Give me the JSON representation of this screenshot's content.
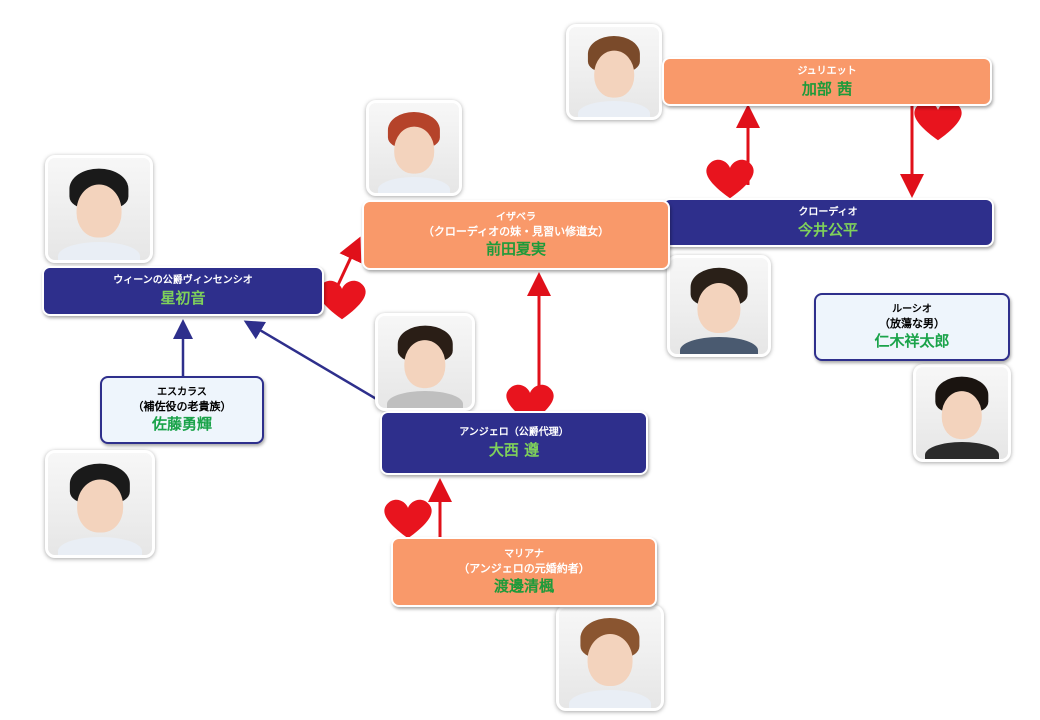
{
  "diagram": {
    "characters": [
      {
        "id": "juliet",
        "role": "ジュリエット",
        "note": "",
        "actor": "加部 茜",
        "style": "orange"
      },
      {
        "id": "claudio",
        "role": "クローディオ",
        "note": "",
        "actor": "今井公平",
        "style": "navy"
      },
      {
        "id": "isabella",
        "role": "イザベラ",
        "note": "（クローディオの妹・見習い修道女）",
        "actor": "前田夏実",
        "style": "orange"
      },
      {
        "id": "vincentio",
        "role": "ウィーンの公爵ヴィンセンシオ",
        "note": "",
        "actor": "星初音",
        "style": "navy"
      },
      {
        "id": "lucio",
        "role": "ルーシオ",
        "note": "（放蕩な男）",
        "actor": "仁木祥太郎",
        "style": "light"
      },
      {
        "id": "escalus",
        "role": "エスカラス",
        "note": "（補佐役の老貴族）",
        "actor": "佐藤勇輝",
        "style": "light"
      },
      {
        "id": "angelo",
        "role": "アンジェロ（公爵代理）",
        "note": "",
        "actor": "大西 遵",
        "style": "navy"
      },
      {
        "id": "mariana",
        "role": "マリアナ",
        "note": "（アンジェロの元婚約者）",
        "actor": "渡邊清楓",
        "style": "orange"
      }
    ],
    "relations": [
      {
        "from": "claudio",
        "to": "juliet",
        "type": "love"
      },
      {
        "from": "juliet",
        "to": "claudio",
        "type": "love"
      },
      {
        "from": "vincentio",
        "to": "isabella",
        "type": "love"
      },
      {
        "from": "angelo",
        "to": "isabella",
        "type": "love"
      },
      {
        "from": "mariana",
        "to": "angelo",
        "type": "love"
      },
      {
        "from": "escalus",
        "to": "vincentio",
        "type": "subordinate"
      },
      {
        "from": "angelo",
        "to": "vincentio",
        "type": "subordinate"
      }
    ],
    "colors": {
      "love": "#e0101a",
      "subordinate": "#2e2f8c",
      "heart": "#e8141e"
    }
  }
}
